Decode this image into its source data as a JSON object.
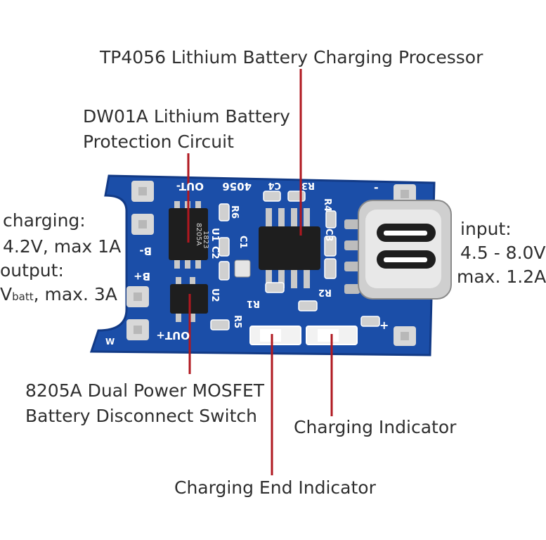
{
  "labels": {
    "tp4056": "TP4056 Lithium Battery Charging Processor",
    "dw01a_line1": "DW01A Lithium Battery",
    "dw01a_line2": "Protection Circuit",
    "charging_head": "charging:",
    "charging_spec": "4.2V, max 1A",
    "output_head": "output:",
    "output_v": "V",
    "output_sub": "batt",
    "output_spec": ", max. 3A",
    "input_head": "input:",
    "input_range": "4.5 - 8.0V",
    "input_max": "max. 1.2A",
    "mosfet_line1": "8205A Dual Power MOSFET",
    "mosfet_line2": "Battery Disconnect Switch",
    "charging_indicator": "Charging Indicator",
    "charging_end_indicator": "Charging End Indicator"
  },
  "silkscreen": {
    "out_minus": "OUT-",
    "chip_id": "4056",
    "c4": "C4",
    "r3": "R3",
    "r4": "R4",
    "r6": "R6",
    "u1": "U1",
    "c2": "C2",
    "c1": "C1",
    "c3": "C3",
    "u2": "U2",
    "r1": "R1",
    "r2": "R2",
    "r5": "R5",
    "b_minus": "B-",
    "b_plus": "B+",
    "out_plus": "OUT+",
    "minus": "-",
    "plus": "+",
    "chip_marking_1": "8205A",
    "chip_marking_2": "1823",
    "corner_mark": "W"
  },
  "colors": {
    "pcb": "#1b4ea8",
    "pcb_edge": "#123a86",
    "silkscreen": "#ffffff",
    "chip": "#1e1e1e",
    "pin": "#c9c9c9",
    "pad": "#d8d8d8",
    "leader": "#b01820",
    "label": "#2f2f2f"
  }
}
